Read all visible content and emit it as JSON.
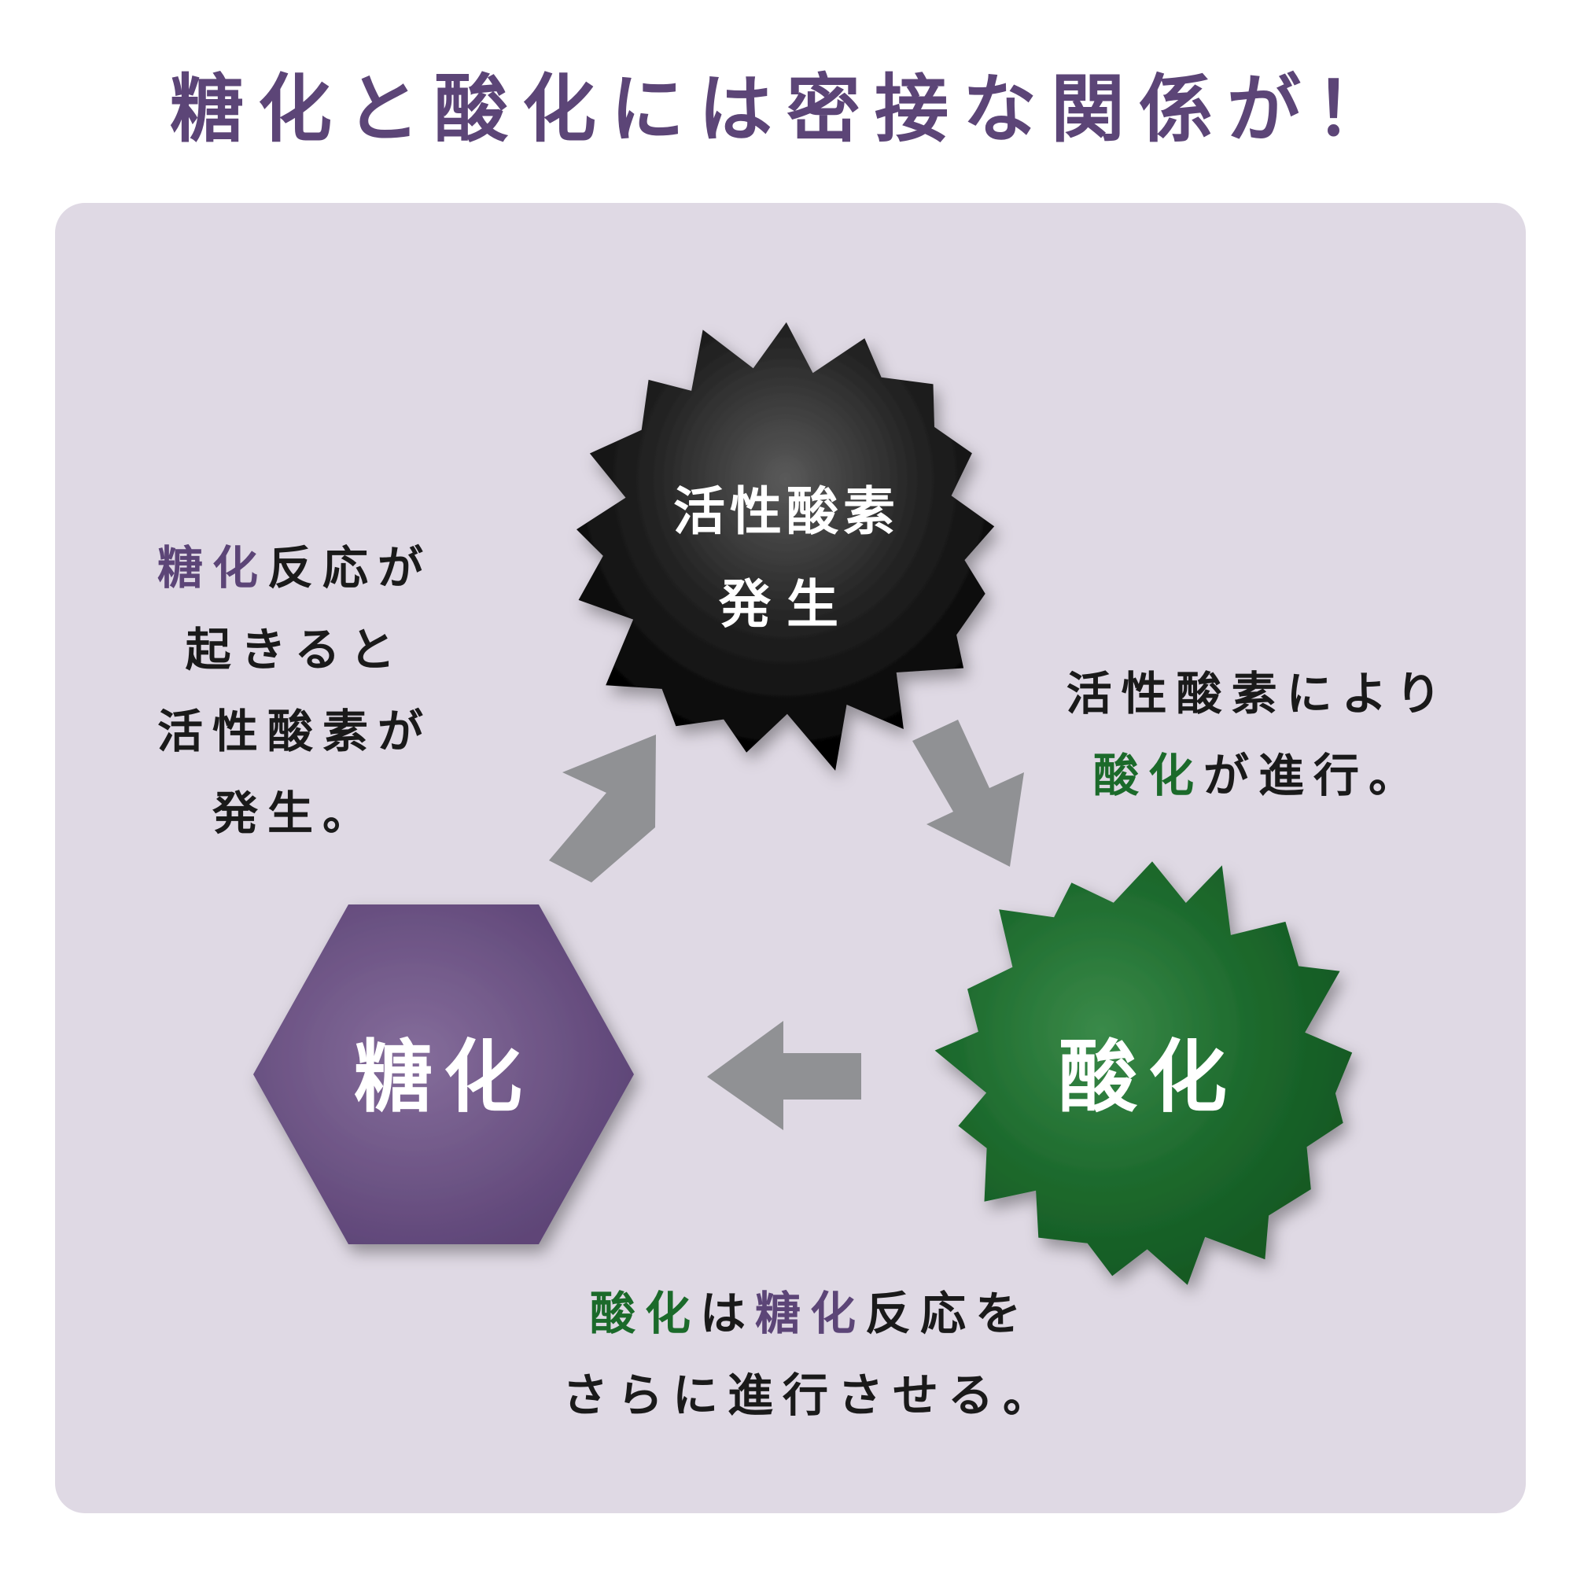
{
  "title": "糖化と酸化には密接な関係が！",
  "colors": {
    "title": "#5c4577",
    "panel": "#dfd9e4",
    "purple": "#654a7e",
    "purple_text": "#5c4577",
    "green": "#1f6a2e",
    "green_text": "#1b6a2a",
    "black": "#111111",
    "arrow": "#909194",
    "text": "#1a1a1a"
  },
  "nodes": {
    "ros": {
      "line1": "活性酸素",
      "line2": "発生"
    },
    "glycation": {
      "label": "糖化"
    },
    "oxidation": {
      "label": "酸化"
    }
  },
  "captions": {
    "left": {
      "l1_highlight": "糖化",
      "l1_rest": "反応が",
      "l2": "起きると",
      "l3": "活性酸素が",
      "l4": "発生。"
    },
    "right": {
      "l1": "活性酸素により",
      "l2_highlight": "酸化",
      "l2_rest": "が進行。"
    },
    "bottom": {
      "l1_h1": "酸化",
      "l1_mid": "は",
      "l1_h2": "糖化",
      "l1_rest": "反応を",
      "l2": "さらに進行させる。"
    }
  },
  "icons": {
    "ros": "spiky-burst-icon",
    "glycation": "hexagon-icon",
    "oxidation": "spiky-burst-icon",
    "arrows": [
      "arrow-up-right-icon",
      "arrow-down-right-icon",
      "arrow-left-icon"
    ]
  }
}
